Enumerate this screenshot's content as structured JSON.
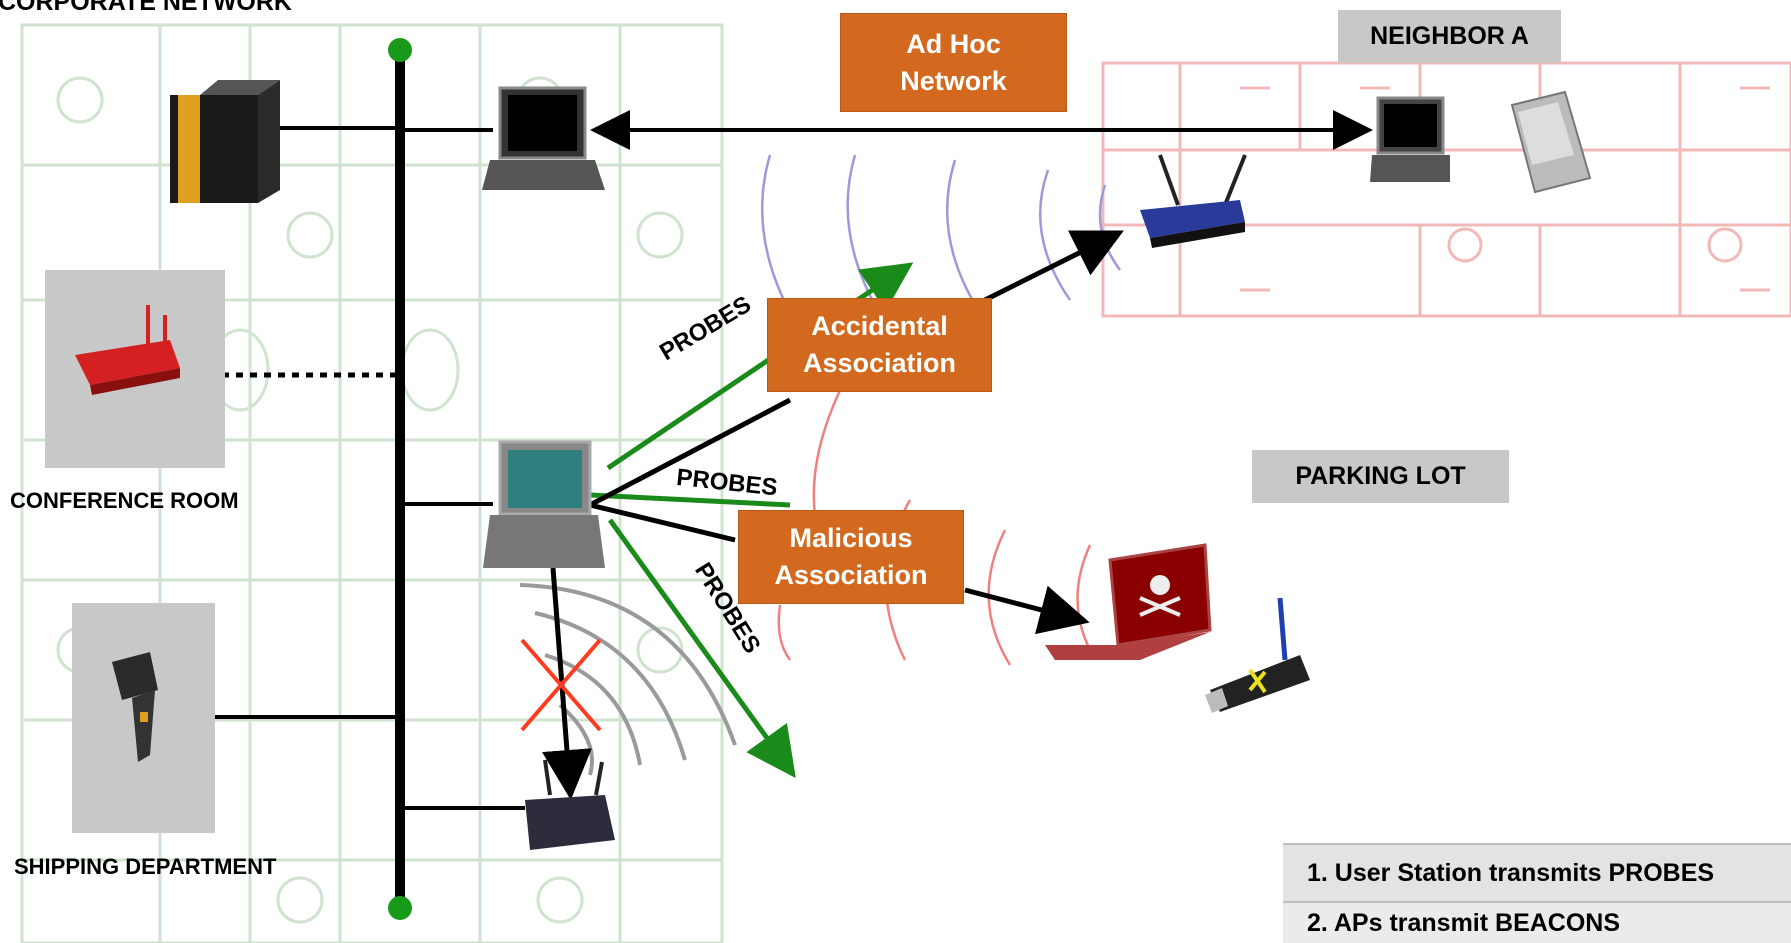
{
  "labels": {
    "corporate_network": "CORPORATE NETWORK",
    "conference_room": "CONFERENCE ROOM",
    "shipping_department": "SHIPPING DEPARTMENT",
    "neighbor_a": "NEIGHBOR A",
    "parking_lot": "PARKING LOT"
  },
  "callouts": {
    "ad_hoc_line1": "Ad Hoc",
    "ad_hoc_line2": "Network",
    "accidental_line1": "Accidental",
    "accidental_line2": "Association",
    "malicious_line1": "Malicious",
    "malicious_line2": "Association"
  },
  "probes": [
    "PROBES",
    "PROBES",
    "PROBES"
  ],
  "steps": [
    "1. User Station transmits PROBES",
    "2. APs transmit BEACONS"
  ],
  "colors": {
    "orange": "#d2691e",
    "probe_green": "#1a8a1a",
    "gray_box": "#c8c8c8",
    "floorplan_green": "#cfe3cf",
    "floorplan_red": "#f3b8b8",
    "block_x_red": "#ff3b1f"
  },
  "icons": [
    "server-icon",
    "laptop-icon",
    "router-icon",
    "barcode-scanner-icon",
    "access-point-icon",
    "pda-icon",
    "rogue-laptop-icon",
    "usb-wireless-adapter-icon"
  ]
}
